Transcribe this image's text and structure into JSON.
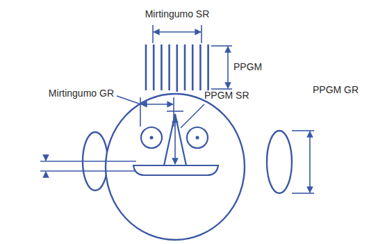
{
  "diagram": {
    "labels": [
      "Mirtingumo SR",
      "PPGM",
      "PPGM SR",
      "Mirtingumo GR",
      "PPGM GR"
    ]
  }
}
